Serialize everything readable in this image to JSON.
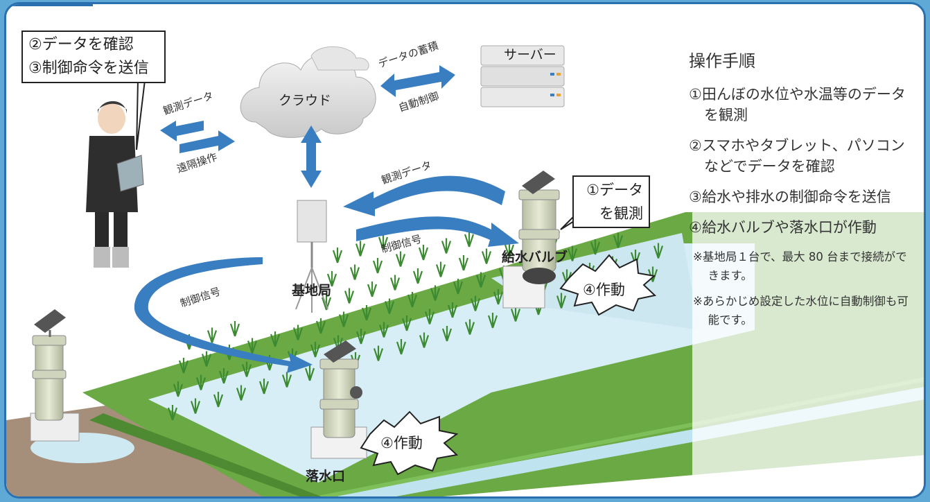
{
  "callout_user": {
    "line1": "②データを確認",
    "line2": "③制御命令を送信"
  },
  "callout_observe": {
    "line1": "①データ",
    "line2": "を観測"
  },
  "burst_valve": "④作動",
  "burst_outlet": "④作動",
  "labels": {
    "server": "サーバー",
    "cloud": "クラウド",
    "data_storage": "データの蓄積",
    "auto_control": "自動制御",
    "observe_data_user": "観測データ",
    "remote_operation": "遠隔操作",
    "observe_data_valve": "観測データ",
    "control_signal_valve": "制御信号",
    "control_signal_outlet": "制御信号",
    "base_station": "基地局",
    "supply_valve": "給水バルブ",
    "drain_outlet": "落水口"
  },
  "steps": {
    "title": "操作手順",
    "items": [
      "①田んぼの水位や水温等のデータを観測",
      "②スマホやタブレット、パソコンなどでデータを確認",
      "③給水や排水の制御命令を送信",
      "④給水バルブや落水口が作動"
    ],
    "notes": [
      "※基地局１台で、最大 80 台まで接続ができます。",
      "※あらかじめ設定した水位に自動制御も可能です。"
    ]
  },
  "colors": {
    "frame": "#2a6fb0",
    "background": "#5fa9d6",
    "arrow": "#3a7ec2",
    "levee": "#5a9a3a",
    "water": "#cfe9f2"
  }
}
